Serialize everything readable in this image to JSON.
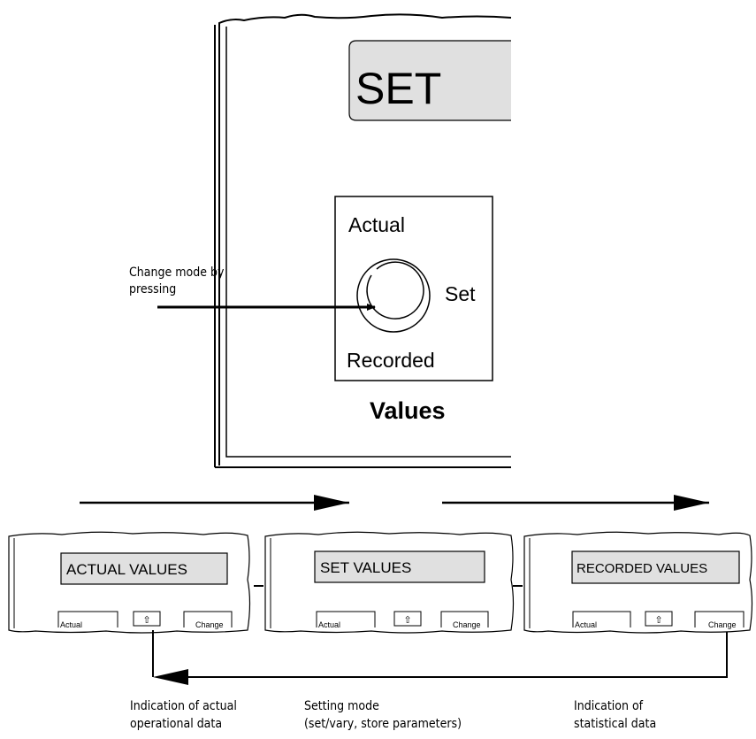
{
  "panel": {
    "display_text": "SET",
    "selector": {
      "actual_label": "Actual",
      "set_label": "Set",
      "recorded_label": "Recorded",
      "title": "Values"
    },
    "callout": "Change mode by pressing"
  },
  "screens": [
    {
      "display_text": "ACTUAL VALUES",
      "left_key": "Actual",
      "right_key": "Change",
      "up_key": "⇧"
    },
    {
      "display_text": "SET VALUES",
      "left_key": "Actual",
      "right_key": "Change",
      "up_key": "⇧"
    },
    {
      "display_text": "RECORDED VALUES",
      "left_key": "Actual",
      "right_key": "Change",
      "up_key": "⇧"
    }
  ],
  "captions": [
    "Indication of actual operational data",
    "Setting mode (set/vary, store parameters)",
    "Indication of statistical data"
  ],
  "colors": {
    "display_fill": "#e0e0e0",
    "stroke": "#000000"
  }
}
